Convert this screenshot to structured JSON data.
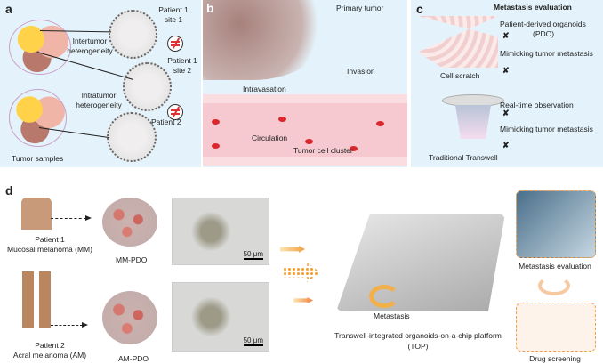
{
  "panel_a": {
    "label": "a",
    "patient1_site1": "Patient 1\nsite 1",
    "p1s1_l1": "Patient 1",
    "p1s1_l2": "site 1",
    "p1s2_l1": "Patient 1",
    "p1s2_l2": "site 2",
    "patient2": "Patient 2",
    "intertumor_l1": "Intertumor",
    "intertumor_l2": "heterogeneity",
    "intratumor_l1": "Intratumor",
    "intratumor_l2": "heterogeneity",
    "tumor_samples": "Tumor samples"
  },
  "panel_b": {
    "label": "b",
    "primary_tumor": "Primary tumor",
    "invasion": "Invasion",
    "intravasation": "Intravasation",
    "circulation": "Circulation",
    "tumor_cell_cluster": "Tumor cell cluster"
  },
  "panel_c": {
    "label": "c",
    "title": "Metastasis evaluation",
    "pdo_l1": "Patient-derived organoids",
    "pdo_l2": "(PDO)",
    "mimic1": "Mimicking tumor metastasis",
    "cell_scratch": "Cell scratch",
    "realtime": "Real-time observation",
    "mimic2": "Mimicking tumor metastasis",
    "transwell": "Traditional Transwell",
    "cross": "✘"
  },
  "panel_d": {
    "label": "d",
    "p1_l1": "Patient 1",
    "p1_l2": "Mucosal melanoma (MM)",
    "mm_pdo": "MM-PDO",
    "p2_l1": "Patient 2",
    "p2_l2": "Acral melanoma (AM)",
    "am_pdo": "AM-PDO",
    "scale": "50 μm",
    "metastasis": "Metastasis",
    "top_l1": "Transwell-integrated organoids-on-a-chip platform",
    "top_l2": "(TOP)",
    "metastasis_eval": "Metastasis evaluation",
    "drug_screening": "Drug screening"
  }
}
